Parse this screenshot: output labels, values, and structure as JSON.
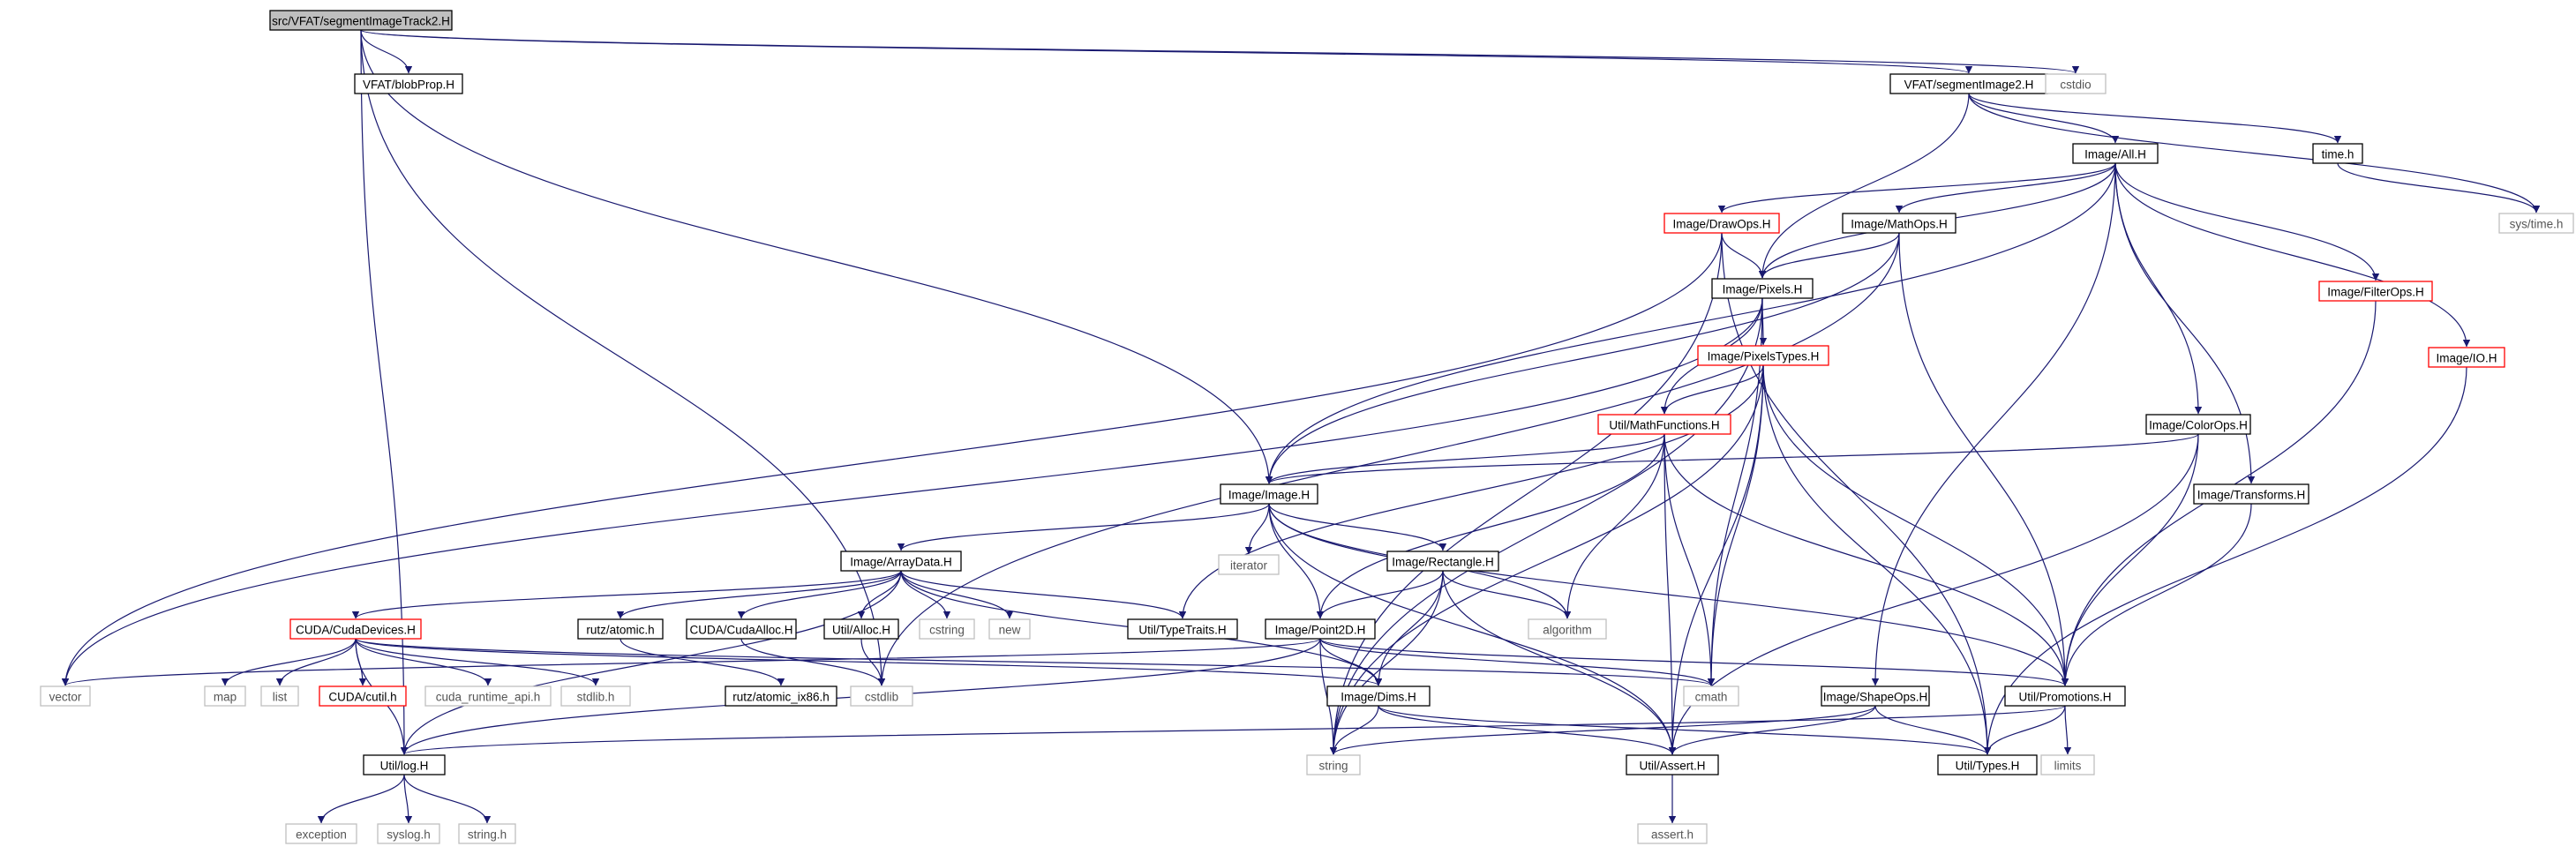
{
  "colors": {
    "edge": "#191970",
    "node_border": "#000000",
    "node_border_truncated": "#ff0000",
    "node_border_missing": "#bfbfbf",
    "root_fill": "#bfbfbf",
    "node_fill": "#ffffff"
  },
  "nodes": [
    {
      "id": "root",
      "label": "src/VFAT/segmentImageTrack2.H",
      "kind": "root"
    },
    {
      "id": "blobProp",
      "label": "VFAT/blobProp.H",
      "kind": "normal"
    },
    {
      "id": "segmentImage2",
      "label": "VFAT/segmentImage2.H",
      "kind": "normal"
    },
    {
      "id": "cstdio",
      "label": "cstdio",
      "kind": "missing"
    },
    {
      "id": "imageAll",
      "label": "Image/All.H",
      "kind": "normal"
    },
    {
      "id": "timeh",
      "label": "time.h",
      "kind": "normal"
    },
    {
      "id": "systime",
      "label": "sys/time.h",
      "kind": "missing"
    },
    {
      "id": "drawOps",
      "label": "Image/DrawOps.H",
      "kind": "truncated"
    },
    {
      "id": "mathOps",
      "label": "Image/MathOps.H",
      "kind": "normal"
    },
    {
      "id": "filterOps",
      "label": "Image/FilterOps.H",
      "kind": "truncated"
    },
    {
      "id": "imageIO",
      "label": "Image/IO.H",
      "kind": "truncated"
    },
    {
      "id": "pixels",
      "label": "Image/Pixels.H",
      "kind": "normal"
    },
    {
      "id": "pixelsTypes",
      "label": "Image/PixelsTypes.H",
      "kind": "truncated"
    },
    {
      "id": "mathFunctions",
      "label": "Util/MathFunctions.H",
      "kind": "truncated"
    },
    {
      "id": "colorOps",
      "label": "Image/ColorOps.H",
      "kind": "normal"
    },
    {
      "id": "imageH",
      "label": "Image/Image.H",
      "kind": "normal"
    },
    {
      "id": "transforms",
      "label": "Image/Transforms.H",
      "kind": "normal"
    },
    {
      "id": "iterator",
      "label": "iterator",
      "kind": "missing"
    },
    {
      "id": "arrayData",
      "label": "Image/ArrayData.H",
      "kind": "normal"
    },
    {
      "id": "rectangle",
      "label": "Image/Rectangle.H",
      "kind": "normal"
    },
    {
      "id": "cudaDevices",
      "label": "CUDA/CudaDevices.H",
      "kind": "truncated"
    },
    {
      "id": "rutzAtomic",
      "label": "rutz/atomic.h",
      "kind": "normal"
    },
    {
      "id": "cudaAlloc",
      "label": "CUDA/CudaAlloc.H",
      "kind": "normal"
    },
    {
      "id": "utilAlloc",
      "label": "Util/Alloc.H",
      "kind": "normal"
    },
    {
      "id": "cstring",
      "label": "cstring",
      "kind": "missing"
    },
    {
      "id": "newh",
      "label": "new",
      "kind": "missing"
    },
    {
      "id": "typeTraits",
      "label": "Util/TypeTraits.H",
      "kind": "normal"
    },
    {
      "id": "point2D",
      "label": "Image/Point2D.H",
      "kind": "normal"
    },
    {
      "id": "algorithm",
      "label": "algorithm",
      "kind": "missing"
    },
    {
      "id": "vector",
      "label": "vector",
      "kind": "missing"
    },
    {
      "id": "map",
      "label": "map",
      "kind": "missing"
    },
    {
      "id": "list",
      "label": "list",
      "kind": "missing"
    },
    {
      "id": "cutil",
      "label": "CUDA/cutil.h",
      "kind": "truncated"
    },
    {
      "id": "cudaRuntime",
      "label": "cuda_runtime_api.h",
      "kind": "missing"
    },
    {
      "id": "stdlibh",
      "label": "stdlib.h",
      "kind": "missing"
    },
    {
      "id": "atomicIx86",
      "label": "rutz/atomic_ix86.h",
      "kind": "normal"
    },
    {
      "id": "cstdlib",
      "label": "cstdlib",
      "kind": "missing"
    },
    {
      "id": "dims",
      "label": "Image/Dims.H",
      "kind": "normal"
    },
    {
      "id": "cmath",
      "label": "cmath",
      "kind": "missing"
    },
    {
      "id": "shapeOps",
      "label": "Image/ShapeOps.H",
      "kind": "normal"
    },
    {
      "id": "promotions",
      "label": "Util/Promotions.H",
      "kind": "normal"
    },
    {
      "id": "log",
      "label": "Util/log.H",
      "kind": "normal"
    },
    {
      "id": "string",
      "label": "string",
      "kind": "missing"
    },
    {
      "id": "assertH",
      "label": "Util/Assert.H",
      "kind": "normal"
    },
    {
      "id": "types",
      "label": "Util/Types.H",
      "kind": "normal"
    },
    {
      "id": "limits",
      "label": "limits",
      "kind": "missing"
    },
    {
      "id": "exception",
      "label": "exception",
      "kind": "missing"
    },
    {
      "id": "syslog",
      "label": "syslog.h",
      "kind": "missing"
    },
    {
      "id": "stringh",
      "label": "string.h",
      "kind": "missing"
    },
    {
      "id": "assert",
      "label": "assert.h",
      "kind": "missing"
    }
  ],
  "edges": [
    [
      "root",
      "blobProp"
    ],
    [
      "root",
      "segmentImage2"
    ],
    [
      "root",
      "cstdio"
    ],
    [
      "root",
      "imageH"
    ],
    [
      "root",
      "log"
    ],
    [
      "root",
      "cstdlib"
    ],
    [
      "segmentImage2",
      "imageAll"
    ],
    [
      "segmentImage2",
      "timeh"
    ],
    [
      "segmentImage2",
      "systime"
    ],
    [
      "segmentImage2",
      "pixels"
    ],
    [
      "timeh",
      "systime"
    ],
    [
      "imageAll",
      "drawOps"
    ],
    [
      "imageAll",
      "mathOps"
    ],
    [
      "imageAll",
      "filterOps"
    ],
    [
      "imageAll",
      "imageIO"
    ],
    [
      "imageAll",
      "colorOps"
    ],
    [
      "imageAll",
      "transforms"
    ],
    [
      "imageAll",
      "shapeOps"
    ],
    [
      "imageAll",
      "imageH"
    ],
    [
      "imageAll",
      "pixels"
    ],
    [
      "drawOps",
      "pixels"
    ],
    [
      "drawOps",
      "vector"
    ],
    [
      "drawOps",
      "string"
    ],
    [
      "drawOps",
      "types"
    ],
    [
      "mathOps",
      "pixels"
    ],
    [
      "mathOps",
      "imageH"
    ],
    [
      "mathOps",
      "promotions"
    ],
    [
      "mathOps",
      "cstdlib"
    ],
    [
      "pixels",
      "pixelsTypes"
    ],
    [
      "pixels",
      "mathFunctions"
    ],
    [
      "pixels",
      "vector"
    ],
    [
      "pixels",
      "string"
    ],
    [
      "pixels",
      "cmath"
    ],
    [
      "pixelsTypes",
      "mathFunctions"
    ],
    [
      "pixelsTypes",
      "typeTraits"
    ],
    [
      "pixelsTypes",
      "promotions"
    ],
    [
      "pixelsTypes",
      "cmath"
    ],
    [
      "pixelsTypes",
      "assertH"
    ],
    [
      "pixelsTypes",
      "types"
    ],
    [
      "pixelsTypes",
      "string"
    ],
    [
      "mathFunctions",
      "imageH"
    ],
    [
      "mathFunctions",
      "point2D"
    ],
    [
      "mathFunctions",
      "algorithm"
    ],
    [
      "mathFunctions",
      "assertH"
    ],
    [
      "mathFunctions",
      "cmath"
    ],
    [
      "mathFunctions",
      "promotions"
    ],
    [
      "colorOps",
      "imageH"
    ],
    [
      "colorOps",
      "promotions"
    ],
    [
      "colorOps",
      "assertH"
    ],
    [
      "filterOps",
      "promotions"
    ],
    [
      "imageIO",
      "types"
    ],
    [
      "transforms",
      "promotions"
    ],
    [
      "imageH",
      "arrayData"
    ],
    [
      "imageH",
      "rectangle"
    ],
    [
      "imageH",
      "point2D"
    ],
    [
      "imageH",
      "iterator"
    ],
    [
      "imageH",
      "algorithm"
    ],
    [
      "imageH",
      "promotions"
    ],
    [
      "imageH",
      "assertH"
    ],
    [
      "arrayData",
      "cudaDevices"
    ],
    [
      "arrayData",
      "rutzAtomic"
    ],
    [
      "arrayData",
      "cudaAlloc"
    ],
    [
      "arrayData",
      "utilAlloc"
    ],
    [
      "arrayData",
      "cstring"
    ],
    [
      "arrayData",
      "newh"
    ],
    [
      "arrayData",
      "typeTraits"
    ],
    [
      "arrayData",
      "dims"
    ],
    [
      "arrayData",
      "log"
    ],
    [
      "rectangle",
      "point2D"
    ],
    [
      "rectangle",
      "dims"
    ],
    [
      "rectangle",
      "algorithm"
    ],
    [
      "rectangle",
      "assertH"
    ],
    [
      "rectangle",
      "string"
    ],
    [
      "cudaDevices",
      "map"
    ],
    [
      "cudaDevices",
      "list"
    ],
    [
      "cudaDevices",
      "cutil"
    ],
    [
      "cudaDevices",
      "cudaRuntime"
    ],
    [
      "cudaDevices",
      "stdlibh"
    ],
    [
      "cudaDevices",
      "log"
    ],
    [
      "cudaDevices",
      "dims"
    ],
    [
      "cudaDevices",
      "cmath"
    ],
    [
      "rutzAtomic",
      "atomicIx86"
    ],
    [
      "cudaAlloc",
      "cstdlib"
    ],
    [
      "utilAlloc",
      "cstdlib"
    ],
    [
      "point2D",
      "dims"
    ],
    [
      "point2D",
      "promotions"
    ],
    [
      "point2D",
      "cmath"
    ],
    [
      "point2D",
      "string"
    ],
    [
      "point2D",
      "log"
    ],
    [
      "point2D",
      "vector"
    ],
    [
      "dims",
      "string"
    ],
    [
      "dims",
      "types"
    ],
    [
      "dims",
      "assertH"
    ],
    [
      "shapeOps",
      "assertH"
    ],
    [
      "shapeOps",
      "types"
    ],
    [
      "shapeOps",
      "string"
    ],
    [
      "promotions",
      "types"
    ],
    [
      "promotions",
      "limits"
    ],
    [
      "promotions",
      "log"
    ],
    [
      "log",
      "exception"
    ],
    [
      "log",
      "syslog"
    ],
    [
      "log",
      "stringh"
    ],
    [
      "assertH",
      "assert"
    ]
  ]
}
